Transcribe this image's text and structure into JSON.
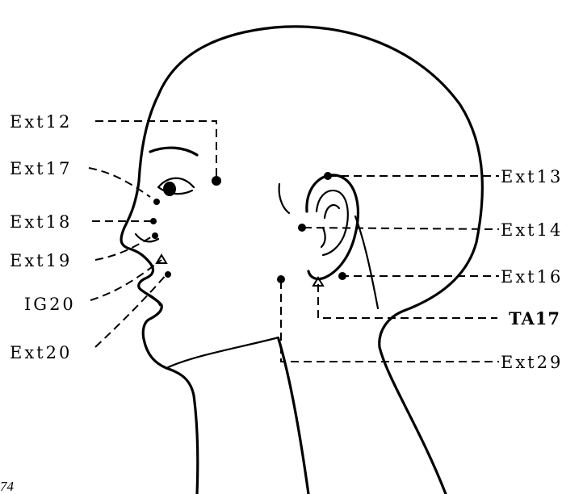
{
  "labels": {
    "ext12": "Ext12",
    "ext17": "Ext17",
    "ext18": "Ext18",
    "ext19": "Ext19",
    "ig20": "IG20",
    "ext20": "Ext20",
    "ext13": "Ext13",
    "ext14": "Ext14",
    "ext16": "Ext16",
    "ta17": "TA17",
    "ext29": "Ext29"
  },
  "figure_number": "74"
}
